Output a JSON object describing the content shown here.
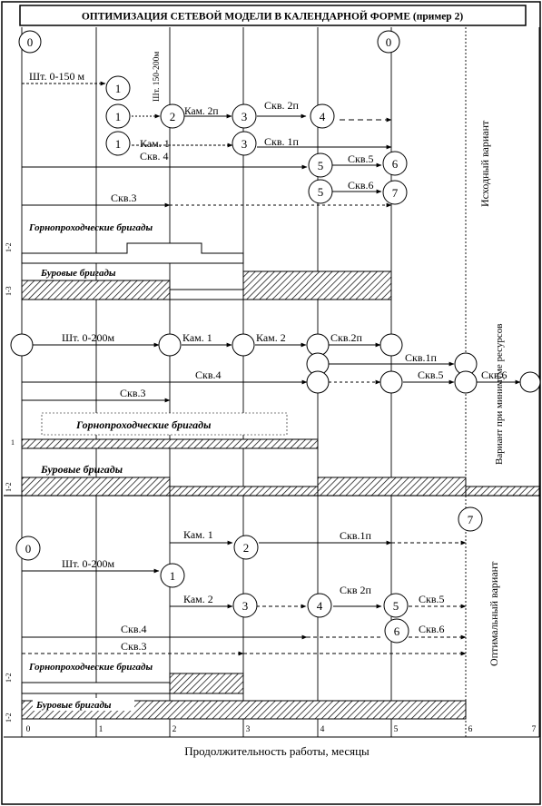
{
  "title": "ОПТИМИЗАЦИЯ СЕТЕВОЙ МОДЕЛИ В КАЛЕНДАРНОЙ ФОРМЕ (пример 2)",
  "axis": {
    "label": "Продолжительность работы, месяцы",
    "ticks": [
      "0",
      "1",
      "2",
      "3",
      "4",
      "5",
      "6",
      "7"
    ]
  },
  "variants": {
    "initial": "Исходный вариант",
    "min_resources": "Вариант при минимуме ресурсов",
    "optimal": "Оптимальный вариант"
  },
  "crew_labels": {
    "tunnel": "Горнопроходческие бригады",
    "drilling": "Буровые бригады"
  },
  "side_marks": {
    "s1a": "1-2",
    "s1b": "1-3",
    "s2a": "1",
    "s2b": "1-2",
    "s3a": "1-2",
    "s3b": "1-2"
  },
  "nodes": {
    "s1_start": "0",
    "s1_end": "0",
    "s1_n1a": "1",
    "s1_n1b": "1",
    "s1_n1c": "1",
    "s1_n2": "2",
    "s1_n3a": "3",
    "s1_n3b": "3",
    "s1_n4": "4",
    "s1_n5a": "5",
    "s1_n5b": "5",
    "s1_n6": "6",
    "s1_n7": "7",
    "s3_start": "0",
    "s3_n1": "1",
    "s3_n2": "2",
    "s3_n3": "3",
    "s3_n4": "4",
    "s3_n5": "5",
    "s3_n6": "6",
    "s3_n7": "7"
  },
  "labels": {
    "s1_sht": "Шт. 0-150 м",
    "s1_sht_vert": "Шт. 150-200м",
    "s1_kam2": "Кам. 2п",
    "s1_skv2p": "Скв. 2п",
    "s1_kam1": "Кам. 1",
    "s1_skv1p": "Скв. 1п",
    "s1_skv4": "Скв. 4",
    "s1_skv5": "Скв.5",
    "s1_skv6": "Скв.6",
    "s1_skv3": "Скв.3",
    "s2_sht": "Шт. 0-200м",
    "s2_kam1": "Кам. 1",
    "s2_kam2": "Кам. 2",
    "s2_skv2p": "Скв.2п",
    "s2_skv1p": "Скв.1п",
    "s2_skv4": "Скв.4",
    "s2_skv5": "Скв.5",
    "s2_skv6": "Скв.6",
    "s2_skv3": "Скв.3",
    "s3_kam1": "Кам. 1",
    "s3_skv1p": "Скв.1п",
    "s3_sht": "Шт. 0-200м",
    "s3_kam2": "Кам. 2",
    "s3_skv2p": "Скв 2п",
    "s3_skv5": "Скв.5",
    "s3_skv4": "Скв.4",
    "s3_skv6": "Скв.6",
    "s3_skv3": "Скв.3"
  }
}
